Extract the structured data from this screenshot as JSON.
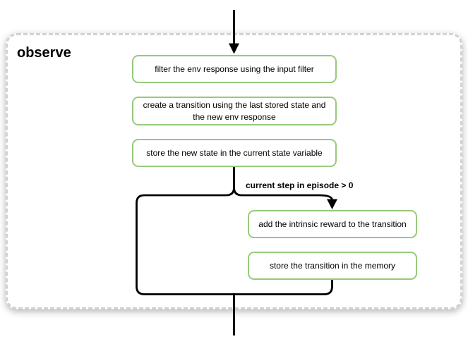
{
  "diagram": {
    "title": "observe",
    "nodes": [
      {
        "name": "filter-env-response",
        "label": "filter the env response using the input filter"
      },
      {
        "name": "create-transition",
        "label": "create a transition using the last stored state and the new env response"
      },
      {
        "name": "store-new-state",
        "label": "store the new state in the current state variable"
      },
      {
        "name": "add-intrinsic-reward",
        "label": "add the intrinsic reward to the transition"
      },
      {
        "name": "store-transition-memory",
        "label": "store the transition in the memory"
      }
    ],
    "condition_label": "current step in episode > 0",
    "colors": {
      "node_border": "#97ca7b",
      "flow_line": "#000000",
      "card_border": "#d2d2d2",
      "card_background": "#ffffff",
      "page_background": "#ffffff",
      "text": "#000000"
    }
  }
}
